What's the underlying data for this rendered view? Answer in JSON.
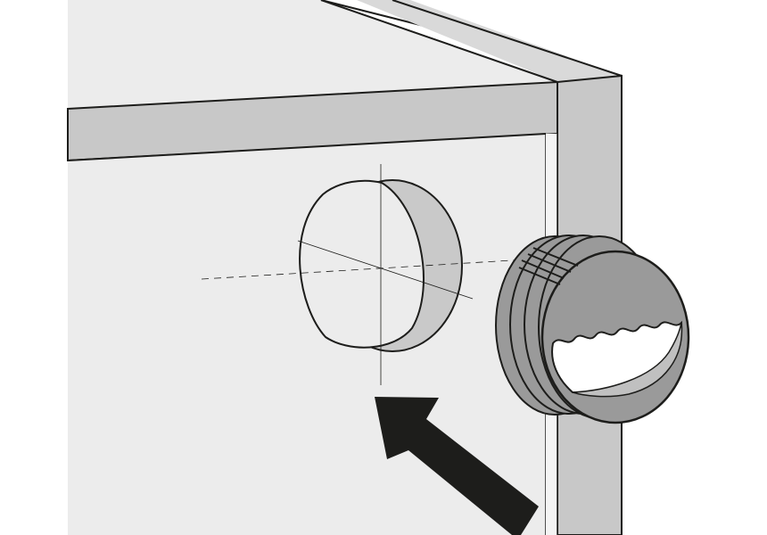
{
  "illustration": {
    "description_parts": [
      "cabinet-top",
      "cabinet-front-rail",
      "cabinet-side-panel",
      "cabinet-front-panel",
      "wall-hole",
      "center-guides",
      "duct-adapter",
      "insertion-arrow"
    ]
  },
  "colors": {
    "background": "#ffffff",
    "panel_light": "#ececec",
    "frame_mid": "#c8c8c8",
    "hole_shade": "#c9c9c9",
    "adapter_body": "#9a9a9a",
    "adapter_inner": "#b8b8b8",
    "outline": "#1d1d1b",
    "arrow": "#1d1d1b"
  }
}
